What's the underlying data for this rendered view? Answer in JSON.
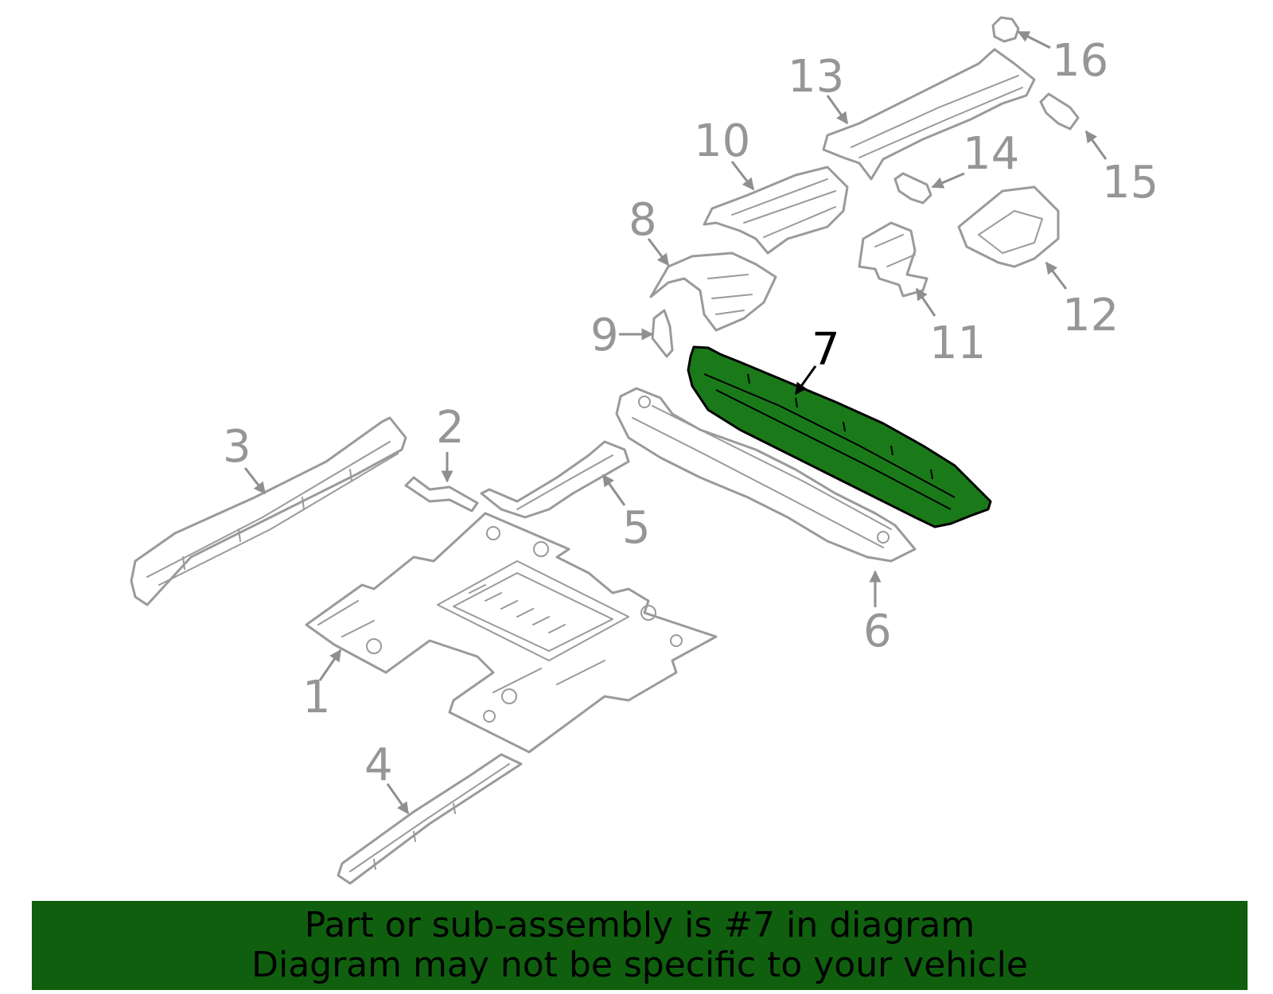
{
  "callouts": {
    "c1": "1",
    "c2": "2",
    "c3": "3",
    "c4": "4",
    "c5": "5",
    "c6": "6",
    "c7": "7",
    "c8": "8",
    "c9": "9",
    "c10": "10",
    "c11": "11",
    "c12": "12",
    "c13": "13",
    "c14": "14",
    "c15": "15",
    "c16": "16"
  },
  "highlighted_part": "7",
  "colors": {
    "highlight": "#1a7a1a",
    "banner": "#0f5f0f",
    "outline": "#9a9a9a"
  },
  "banner": {
    "line1": "Part or sub-assembly is #7 in diagram",
    "line2": "Diagram may not be specific to your vehicle"
  }
}
